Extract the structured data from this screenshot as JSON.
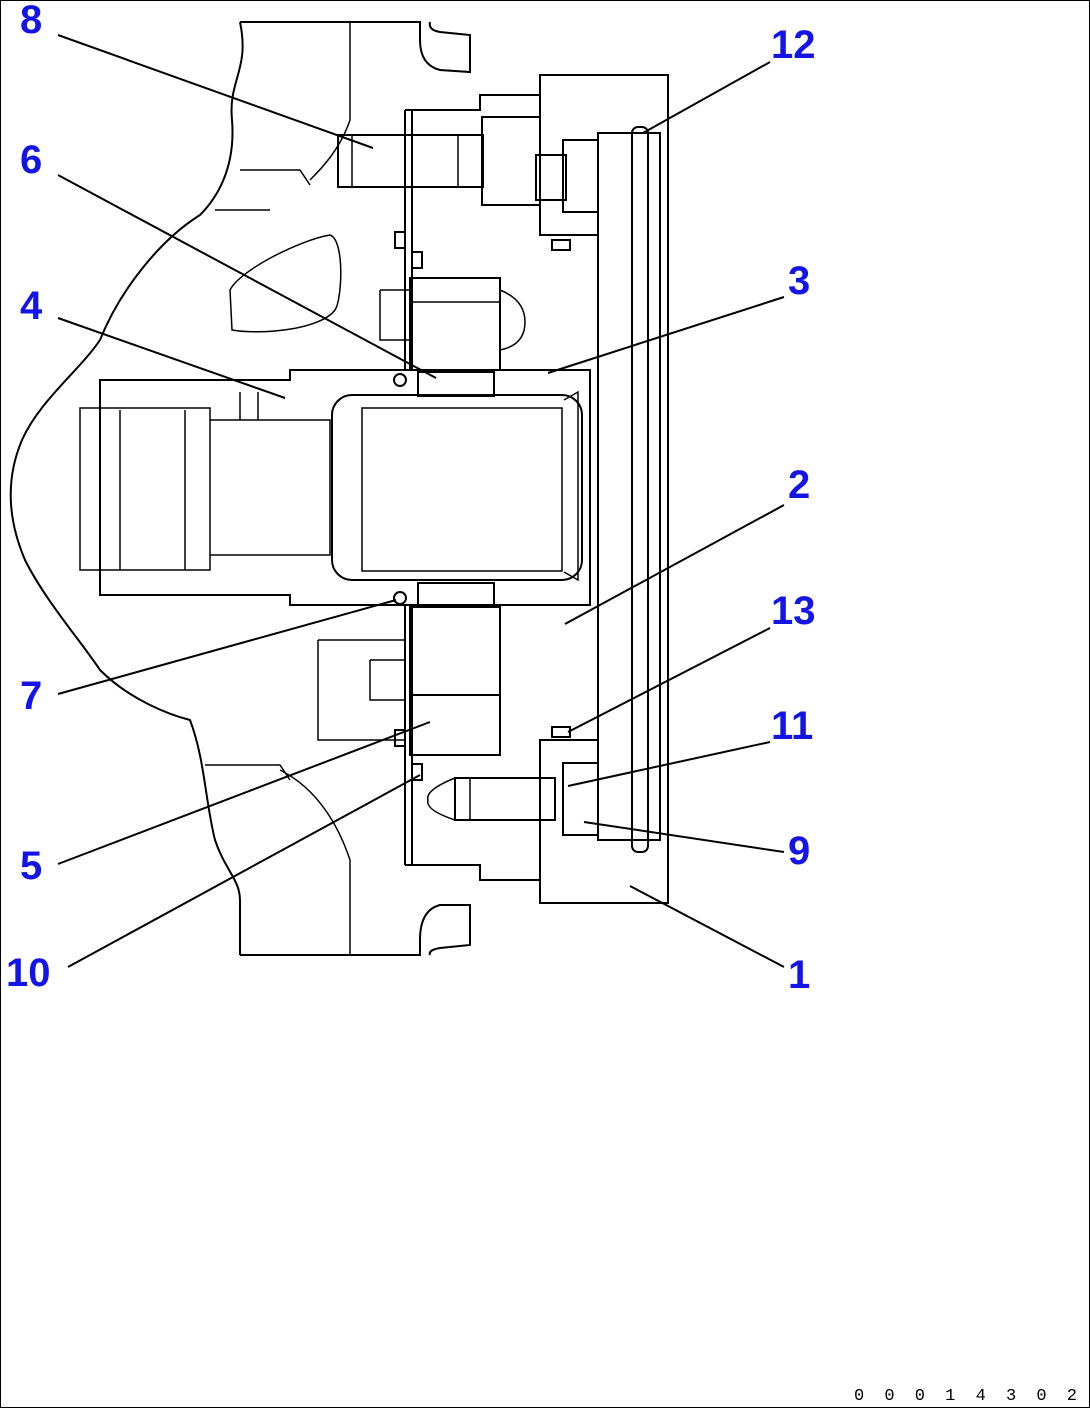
{
  "drawing_code": "0 0 0 1 4 3 0 2",
  "callouts": [
    {
      "id": "8",
      "label": "8"
    },
    {
      "id": "6",
      "label": "6"
    },
    {
      "id": "4",
      "label": "4"
    },
    {
      "id": "7",
      "label": "7"
    },
    {
      "id": "5",
      "label": "5"
    },
    {
      "id": "10",
      "label": "10"
    },
    {
      "id": "12",
      "label": "12"
    },
    {
      "id": "3",
      "label": "3"
    },
    {
      "id": "2",
      "label": "2"
    },
    {
      "id": "13",
      "label": "13"
    },
    {
      "id": "11",
      "label": "11"
    },
    {
      "id": "9",
      "label": "9"
    },
    {
      "id": "1",
      "label": "1"
    }
  ],
  "colors": {
    "callout_text": "#1414e6",
    "line": "#000000",
    "background": "#ffffff"
  }
}
